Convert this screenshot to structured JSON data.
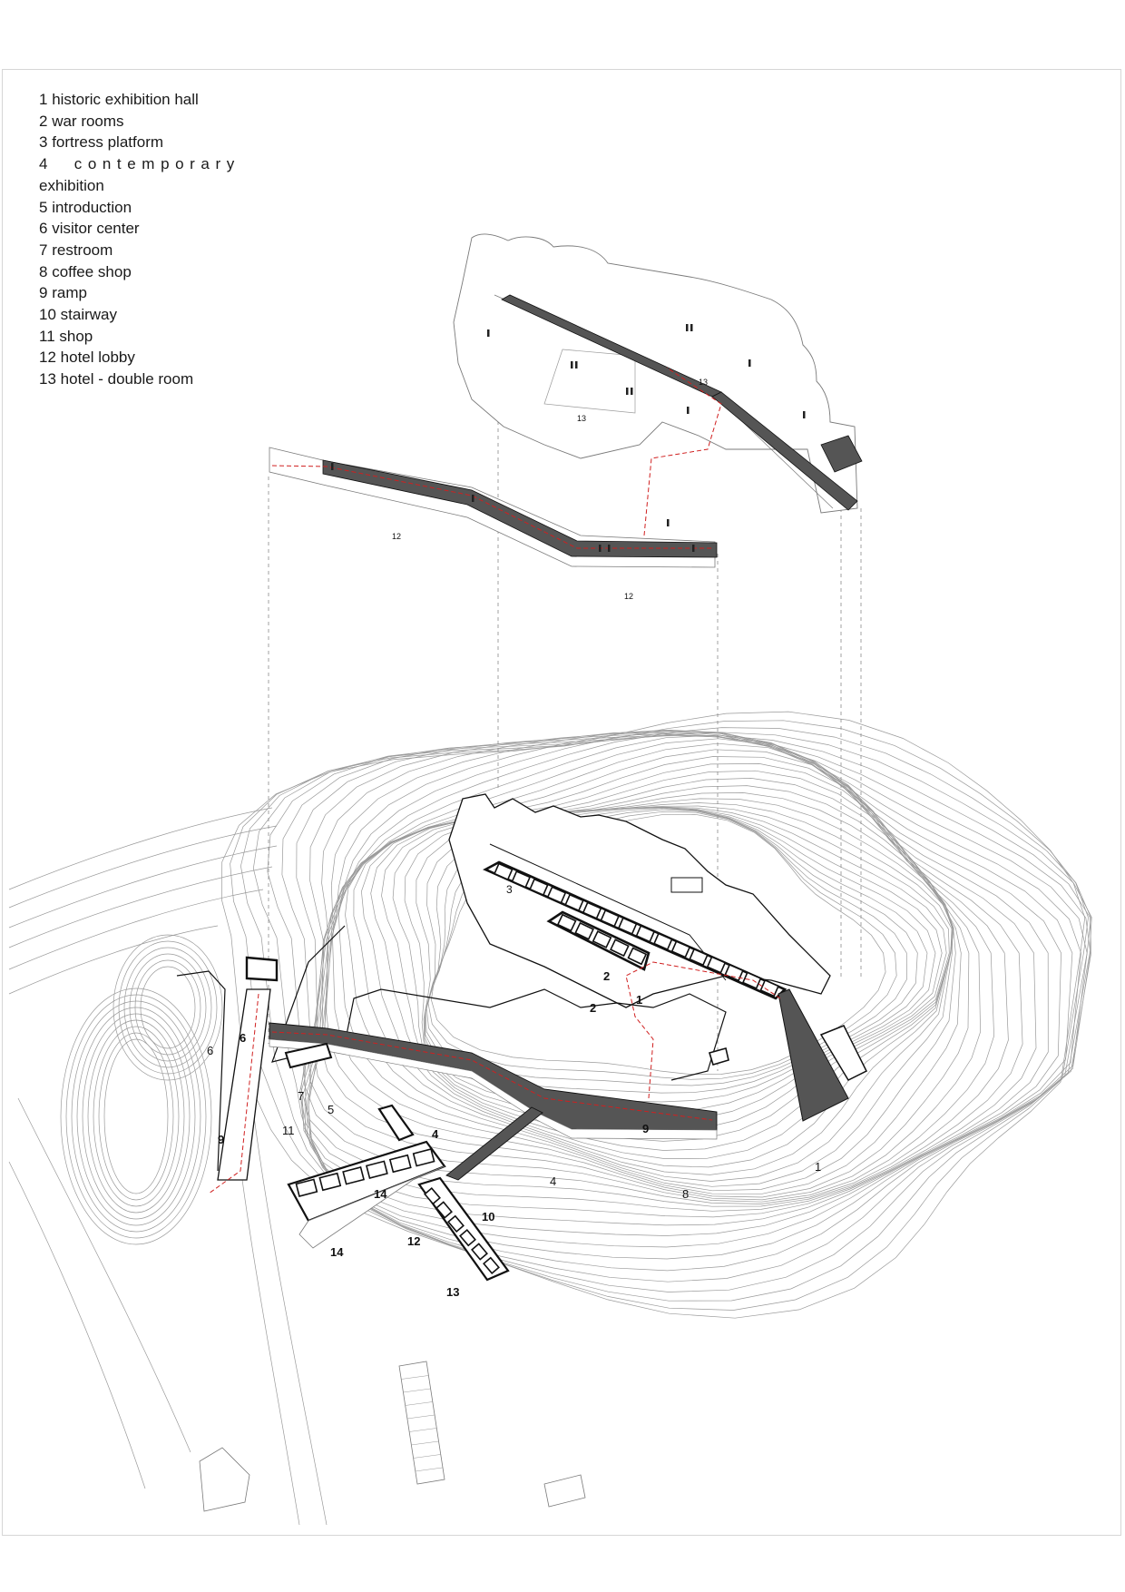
{
  "legend": {
    "items": [
      {
        "number": "1",
        "label": "historic exhibition hall"
      },
      {
        "number": "2",
        "label": "war rooms"
      },
      {
        "number": "3",
        "label": "fortress platform"
      },
      {
        "number": "4",
        "label": "contemporary",
        "continuation": "exhibition"
      },
      {
        "number": "5",
        "label": "introduction"
      },
      {
        "number": "6",
        "label": "visitor center"
      },
      {
        "number": "7",
        "label": "restroom"
      },
      {
        "number": "8",
        "label": "coffee shop"
      },
      {
        "number": "9",
        "label": "ramp"
      },
      {
        "number": "10",
        "label": "stairway"
      },
      {
        "number": "11",
        "label": "shop"
      },
      {
        "number": "12",
        "label": "hotel lobby"
      },
      {
        "number": "13",
        "label": "hotel - double room"
      }
    ]
  },
  "upper_level": {
    "labels": [
      "13",
      "13",
      "12",
      "12"
    ]
  },
  "site_plan": {
    "labels": [
      "3",
      "2",
      "2",
      "1",
      "6",
      "6",
      "7",
      "5",
      "11",
      "4",
      "9",
      "9",
      "4",
      "8",
      "1",
      "14",
      "10",
      "12",
      "14",
      "13"
    ]
  },
  "colors": {
    "contour": "#9a9a9a",
    "outline": "#111111",
    "ramp_fill": "#555555",
    "path_red": "#d02020",
    "dash_grey": "#8a8a8a"
  }
}
